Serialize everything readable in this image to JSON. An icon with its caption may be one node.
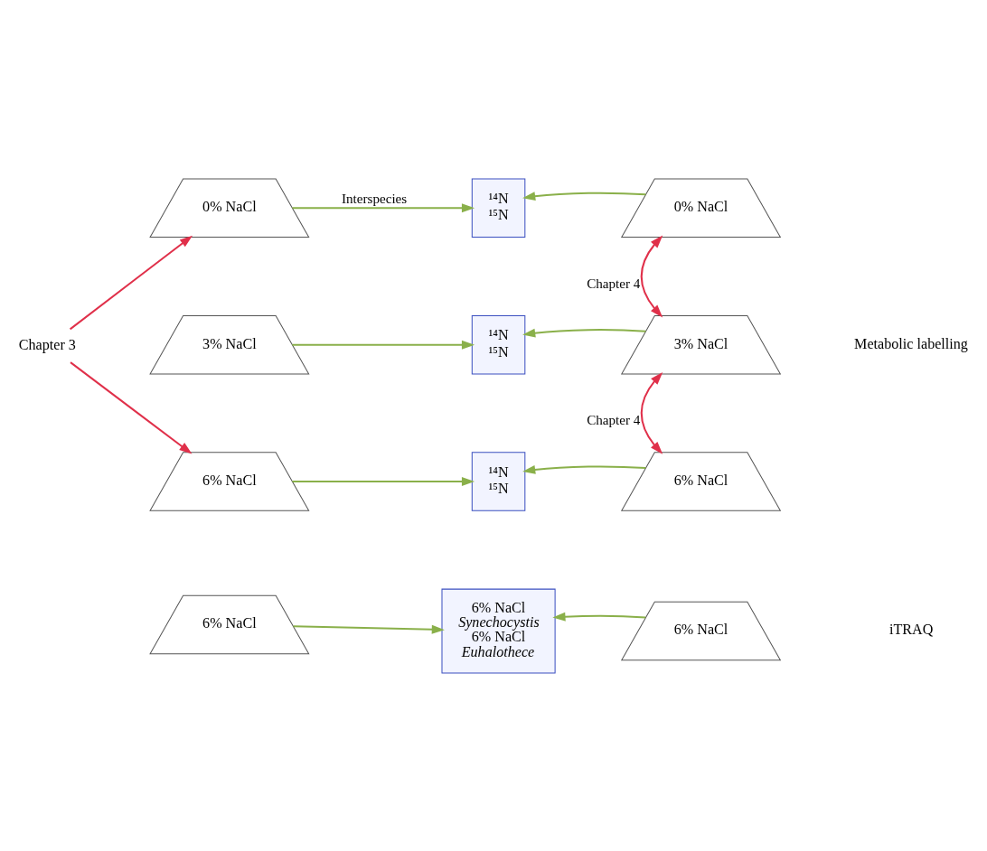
{
  "diagram": {
    "nodes": [
      {
        "text": [
          "Chapter 3"
        ]
      },
      {
        "text": [
          "0% NaCl"
        ]
      },
      {
        "text": [
          "3% NaCl"
        ]
      },
      {
        "text": [
          "6% NaCl"
        ]
      },
      {
        "text": [
          "6% NaCl"
        ]
      },
      {
        "text": [
          "¹⁴N",
          "¹⁵N"
        ]
      },
      {
        "text": [
          "¹⁴N",
          "¹⁵N"
        ]
      },
      {
        "text": [
          "¹⁴N",
          "¹⁵N"
        ]
      },
      {
        "text": [
          "6% NaCl",
          "Synechocystis",
          "6% NaCl",
          "Euhalothece"
        ]
      },
      {
        "text": [
          "0% NaCl"
        ]
      },
      {
        "text": [
          "3% NaCl"
        ]
      },
      {
        "text": [
          "6% NaCl"
        ]
      },
      {
        "text": [
          "6% NaCl"
        ]
      }
    ],
    "edges": [
      {
        "from": 0,
        "to": 1,
        "arrow": "to",
        "color": "#e0304a"
      },
      {
        "from": 0,
        "to": 3,
        "arrow": "to",
        "color": "#e0304a"
      },
      {
        "from": 1,
        "to": 5,
        "arrow": "to",
        "label": "Interspecies"
      },
      {
        "from": 2,
        "to": 6,
        "arrow": "to"
      },
      {
        "from": 3,
        "to": 7,
        "arrow": "to"
      },
      {
        "from": 4,
        "to": 8,
        "arrow": "to"
      },
      {
        "from": 9,
        "to": 5,
        "arrow": "to"
      },
      {
        "from": 10,
        "to": 6,
        "arrow": "to"
      },
      {
        "from": 11,
        "to": 7,
        "arrow": "to"
      },
      {
        "from": 12,
        "to": 8,
        "arrow": "to"
      },
      {
        "from": 9,
        "to": 10,
        "arrow": "both",
        "label": "Chapter 4",
        "color": "#e0304a"
      },
      {
        "from": 10,
        "to": 11,
        "arrow": "both",
        "label": "Chapter 4",
        "color": "#e0304a"
      }
    ],
    "labels": [
      "Metabolic labelling",
      "iTRAQ"
    ]
  }
}
